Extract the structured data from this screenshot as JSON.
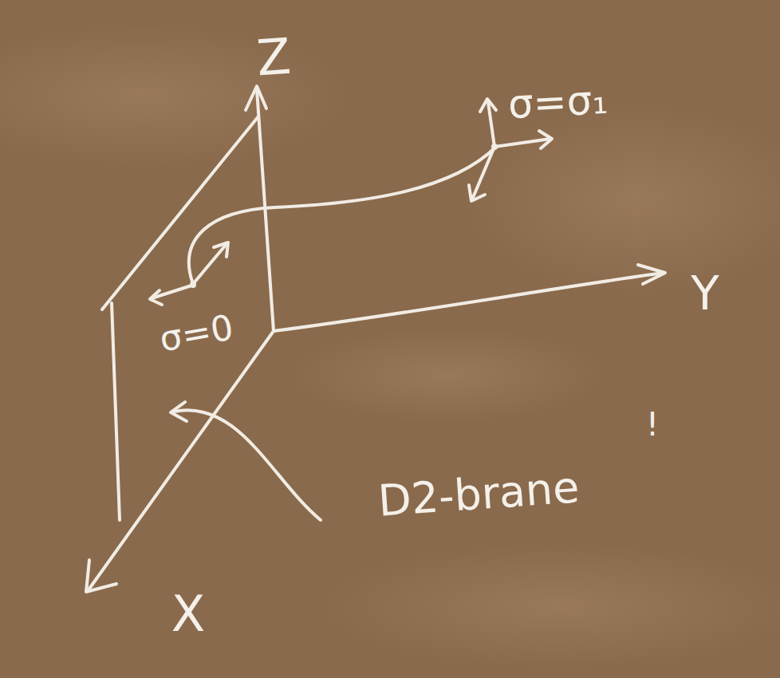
{
  "diagram": {
    "labels": [
      "Z",
      "σ=σ₁",
      "σ=0",
      "Y",
      "D2-brane",
      "!",
      "X"
    ]
  }
}
